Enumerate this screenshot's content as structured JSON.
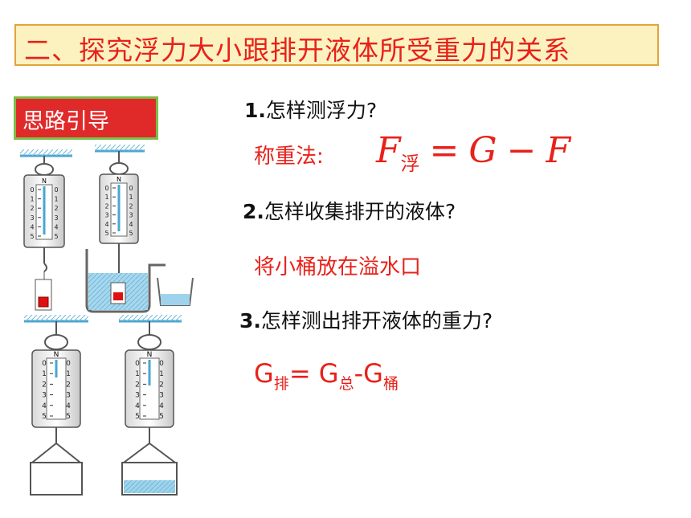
{
  "title": "二、探究浮力大小跟排开液体所受重力的关系",
  "guide_label": "思路引导",
  "questions": [
    {
      "num": "1.",
      "text": "怎样测浮力?"
    },
    {
      "num": "2.",
      "text": "怎样收集排开的液体?"
    },
    {
      "num": "3.",
      "text": "怎样测出排开液体的重力?"
    }
  ],
  "answer1_label": "称重法:",
  "formula1": {
    "lhs": "F",
    "lhs_sub": "浮",
    "eq": "=",
    "g": "G",
    "minus": "−",
    "f": "F"
  },
  "answer2": "将小桶放在溢水口",
  "formula3": {
    "g1": "G",
    "sub1": "排",
    "eq": "=",
    "g2": "G",
    "sub2": "总",
    "minus": "-",
    "g3": "G",
    "sub3": "桶"
  },
  "scale_label": "N",
  "scale_ticks": [
    "0",
    "1",
    "2",
    "3",
    "4",
    "5"
  ],
  "colors": {
    "title_red": "#e8211a",
    "title_bg": "#fbf2c0",
    "guide_bg": "#e02a2a",
    "water": "#9fd3ec"
  }
}
